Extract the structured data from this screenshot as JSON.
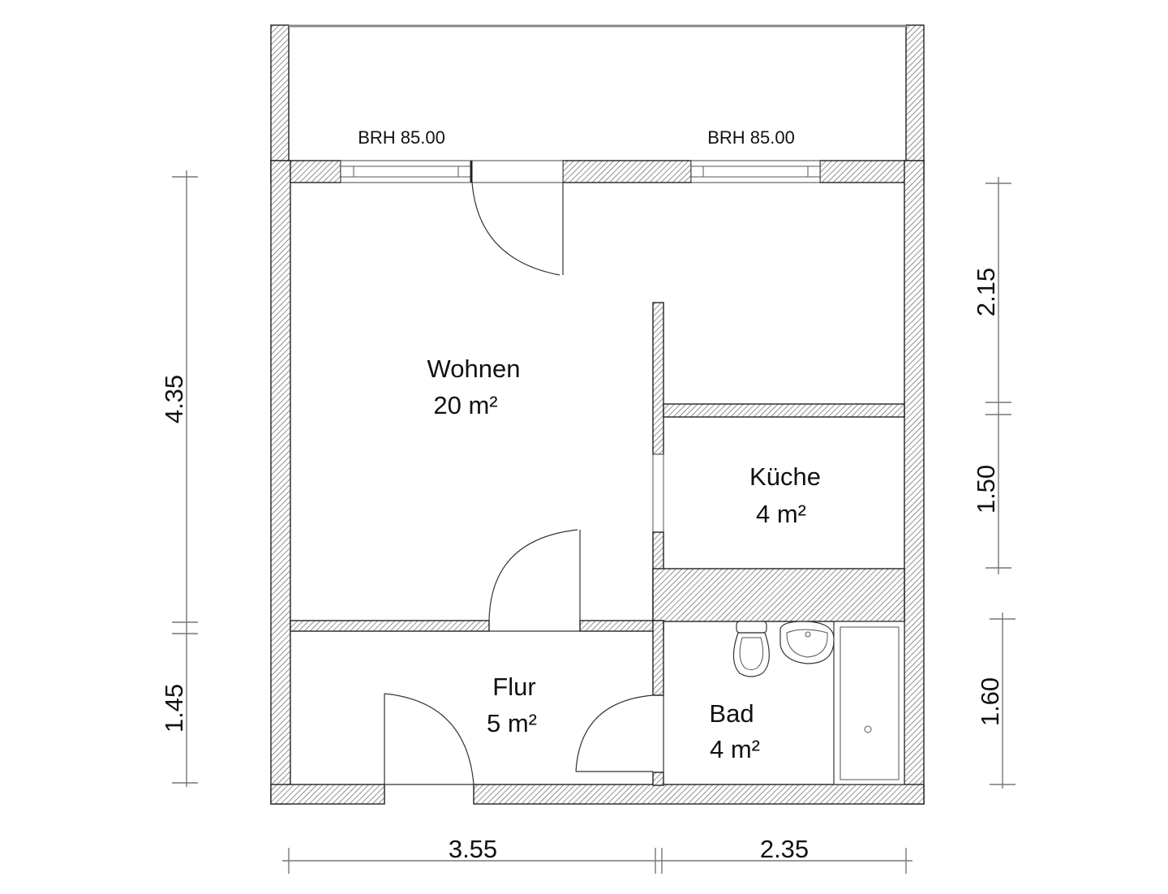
{
  "plan": {
    "rooms": [
      {
        "name": "Wohnen",
        "area": "20 m²"
      },
      {
        "name": "Küche",
        "area": "4 m²"
      },
      {
        "name": "Flur",
        "area": "5 m²"
      },
      {
        "name": "Bad",
        "area": "4 m²"
      }
    ],
    "windows": [
      {
        "label": "BRH 85.00"
      },
      {
        "label": "BRH 85.00"
      }
    ],
    "dimensions": {
      "left": [
        "4.35",
        "1.45"
      ],
      "right": [
        "2.15",
        "1.50",
        "1.60"
      ],
      "bottom": [
        "3.55",
        "2.35"
      ]
    },
    "colors": {
      "wall_stroke": "#222222",
      "hatch": "#555555",
      "dimension_line": "#777777",
      "background": "#ffffff"
    }
  }
}
